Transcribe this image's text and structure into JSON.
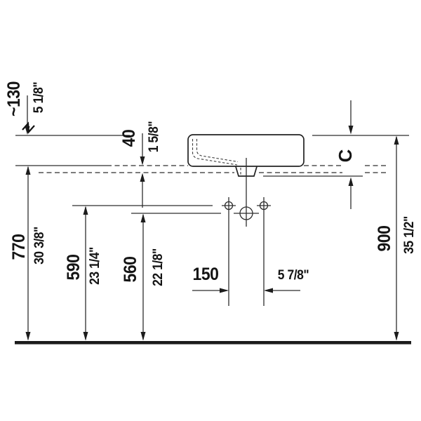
{
  "drawing": {
    "kind": "washbasin-installation-side-elevation",
    "line_color": "#2e2e2e",
    "background_color": "#ffffff",
    "labels": {
      "basin_above_counter": {
        "mm": "~130",
        "inch": "5 1/8\""
      },
      "counter_thickness": {
        "mm": "40",
        "inch": "1 5/8\""
      },
      "floor_to_counter": {
        "mm": "770",
        "inch": "30 3/8\""
      },
      "floor_to_holes": {
        "mm": "590",
        "inch": "23 1/4\""
      },
      "floor_to_drain": {
        "mm": "560",
        "inch": "22 1/8\""
      },
      "floor_to_rim": {
        "mm": "900",
        "inch": "35 1/2\""
      },
      "hole_spacing": {
        "mm": "150",
        "inch": "5 7/8\""
      },
      "variable_dim": {
        "label": "C"
      }
    }
  }
}
